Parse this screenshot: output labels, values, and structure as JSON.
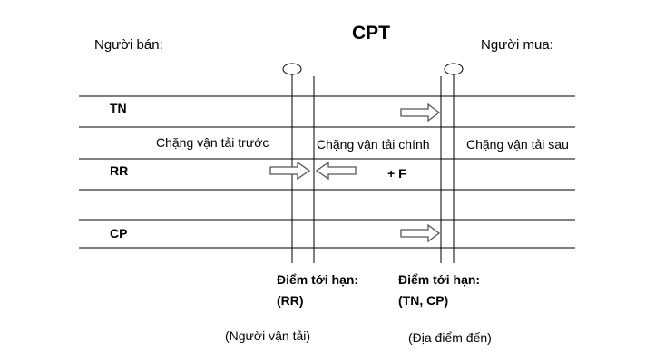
{
  "title": "CPT",
  "seller_label": "Người bán:",
  "buyer_label": "Người mua:",
  "rows": {
    "tn": "TN",
    "rr": "RR",
    "cp": "CP"
  },
  "stages": {
    "pre": "Chặng vận tải trước",
    "main": "Chặng vận tải chính",
    "post": "Chặng vận tải sau"
  },
  "plus_f": "+ F",
  "critical_points": {
    "rr": {
      "label": "Điểm tới hạn:",
      "value": "(RR)",
      "note": "(Người vận tải)"
    },
    "tn_cp": {
      "label": "Điểm tới hạn:",
      "value": "(TN, CP)",
      "note": "(Địa điểm đến)"
    }
  }
}
